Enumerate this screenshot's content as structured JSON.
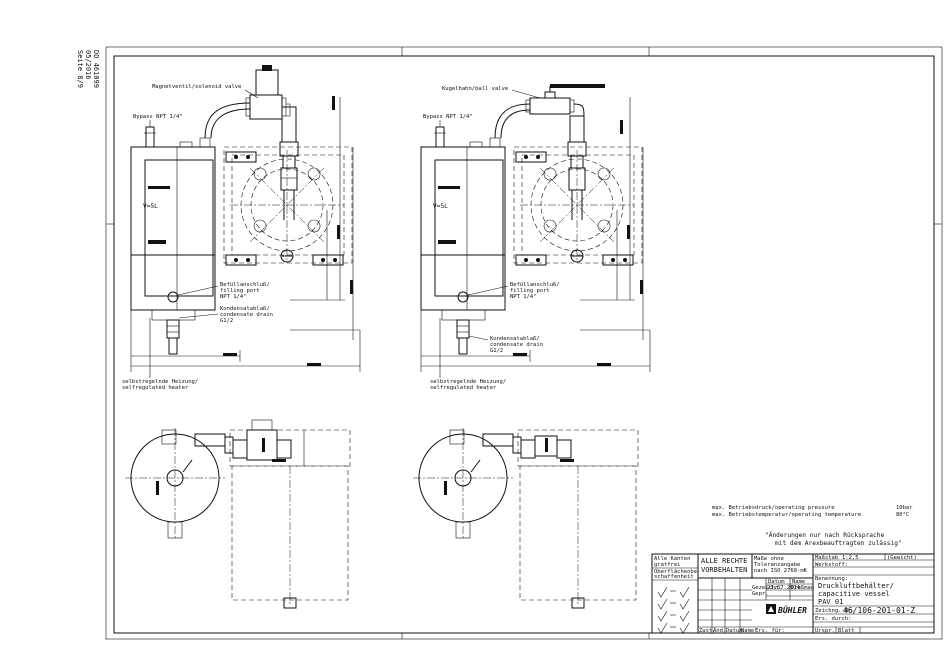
{
  "margin_doc": {
    "doc_no": "DD 461099",
    "date": "05/2016",
    "page": "Seite 8/9"
  },
  "left_view": {
    "valve_label": "Magnetventil/solenoid valve",
    "bypass_label": "Bypass NPT 1/4\"",
    "volume_label": "V=5L",
    "fill_label_de": "Befüllanschluß/",
    "fill_label_en": "filling port",
    "fill_size": "NPT 1/4\"",
    "drain_label_de": "Kondensatablaß/",
    "drain_label_en": "condensate drain",
    "drain_size": "G1/2",
    "heater_de": "selbstregelnde Heizung/",
    "heater_en": "selfregulated heater"
  },
  "right_view": {
    "valve_label": "Kugelhahn/ball valve",
    "bypass_label": "Bypass NPT 1/4\"",
    "volume_label": "V=5L",
    "fill_label_de": "Befüllanschluß/",
    "fill_label_en": "filling port",
    "fill_size": "NPT 1/4\"",
    "drain_label_de": "Kondensatablaß/",
    "drain_label_en": "condensate drain",
    "drain_size": "G1/2",
    "heater_de": "selbstregelnde Heizung/",
    "heater_en": "selfregulated heater"
  },
  "notes": {
    "pressure_label": "max. Betriebsdruck/operating pressure",
    "pressure_value": "10bar",
    "temp_label": "max. Betriebstemperatur/operating temperature",
    "temp_value": "80°C",
    "change_line1": "\"Änderungen nur nach Rücksprache",
    "change_line2": "mit dem Arexbeauftragten zulässig\""
  },
  "title_block": {
    "surface_1": "Alle Kanten",
    "surface_2": "gratfrei",
    "surface_3": "Oberflächenbe-",
    "surface_4": "schaffenheit",
    "rights_1": "ALLE RECHTE",
    "rights_2": "VORBEHALTEN",
    "tol_1": "Maße ohne",
    "tol_2": "Toleranzangabe",
    "tol_3": "nach ISO 2768-mK",
    "scale_label": "Maßstab",
    "scale_value": "1:2,5",
    "weight_label": "(Gewicht)",
    "material_label": "Werkstoff:",
    "date_col": "Datum",
    "name_col": "Name",
    "drawn_label": "Gezeichn.",
    "drawn_date": "21.07.2014",
    "drawn_name": "Dreßman",
    "checked_label": "Gepr.",
    "designation_label": "Benennung:",
    "title_line1": "Druckluftbehälter/",
    "title_line2": "capacitive vessel",
    "title_line3": "PAV 01",
    "drawing_no_label": "Zeichng.-Nr.",
    "drawing_no": "46/106-201-01-Z",
    "company": "BÜHLER",
    "replaces_label": "Ers. für:",
    "replaced_by_label": "Ers. durch:",
    "rev_cols": [
      "Zust.",
      "Änd.",
      "Datum",
      "Name"
    ],
    "orig_label": "Urspr.",
    "blatt_label": "Blatt"
  }
}
